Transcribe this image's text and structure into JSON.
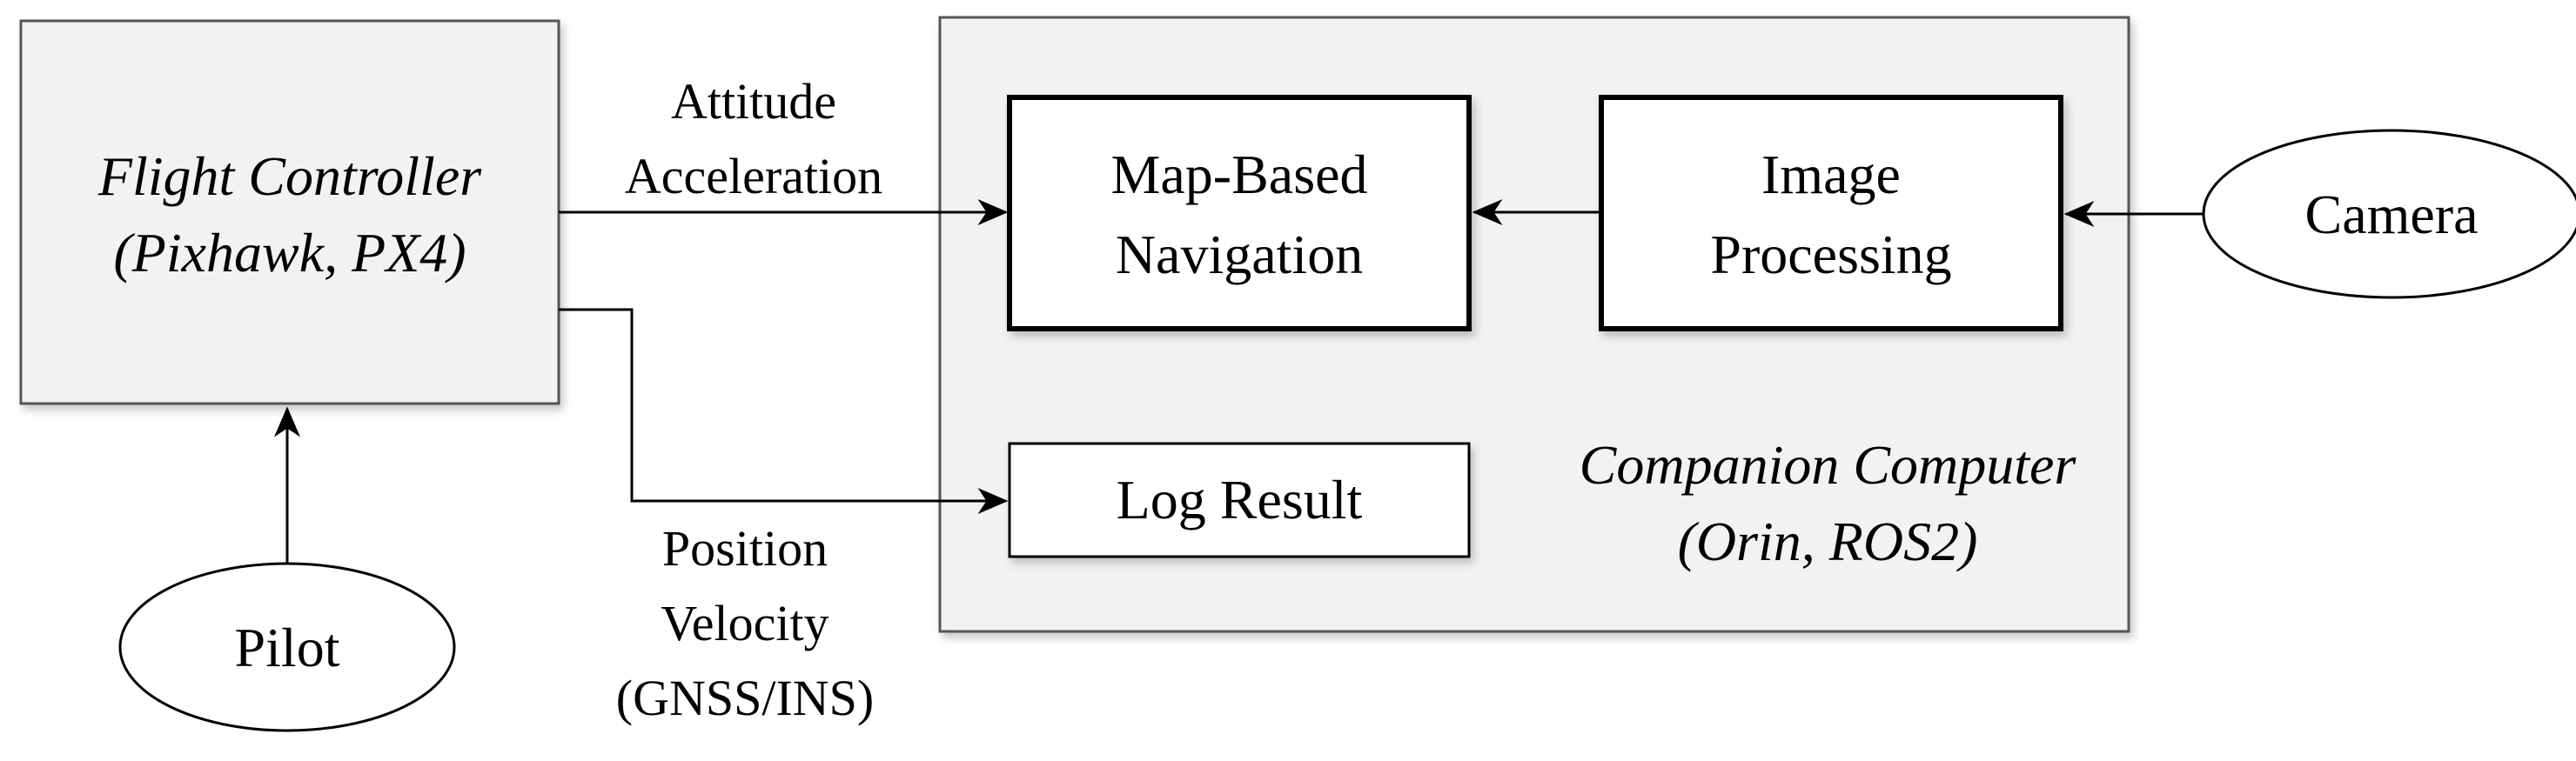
{
  "nodes": {
    "flight_controller": {
      "line1": "Flight Controller",
      "line2": "(Pixhawk, PX4)"
    },
    "companion_computer": {
      "line1": "Companion Computer",
      "line2": "(Orin, ROS2)"
    },
    "map_based_navigation": {
      "line1": "Map-Based",
      "line2": "Navigation"
    },
    "image_processing": {
      "line1": "Image",
      "line2": "Processing"
    },
    "log_result": {
      "label": "Log Result"
    },
    "camera": {
      "label": "Camera"
    },
    "pilot": {
      "label": "Pilot"
    }
  },
  "edges": {
    "fc_to_navigation": {
      "line1": "Attitude",
      "line2": "Acceleration"
    },
    "fc_to_log": {
      "line1": "Position",
      "line2": "Velocity",
      "line3": "(GNSS/INS)"
    },
    "image_to_navigation": {},
    "camera_to_image": {},
    "pilot_to_fc": {}
  },
  "colors": {
    "box_fill": "#f2f2f2",
    "box_stroke": "#555555",
    "line": "#000000"
  }
}
